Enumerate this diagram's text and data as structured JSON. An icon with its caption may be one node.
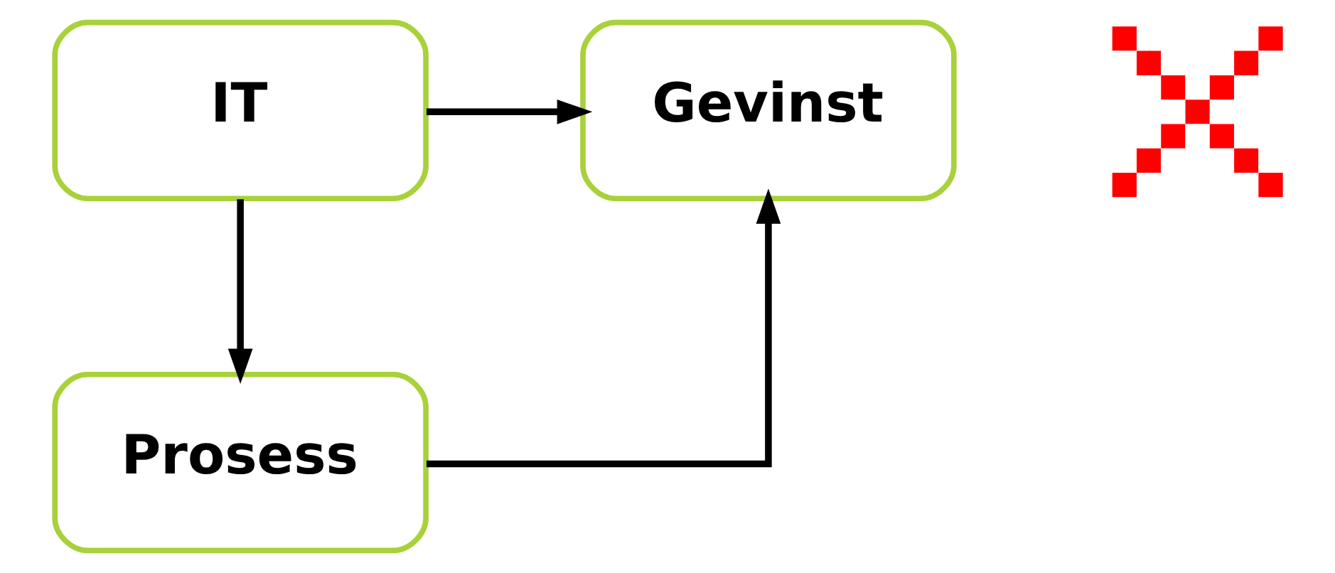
{
  "diagram": {
    "nodes": [
      {
        "text": [
          "IT"
        ]
      },
      {
        "text": [
          "Gevinst"
        ]
      },
      {
        "text": [],
        "shape": "cross"
      },
      {
        "text": [
          "Prosess"
        ]
      }
    ],
    "edges": [
      {
        "from": 0,
        "to": 1,
        "arrow": "to"
      },
      {
        "from": 0,
        "to": 3,
        "arrow": "to"
      },
      {
        "from": 3,
        "to": 1,
        "arrow": "to"
      }
    ]
  }
}
